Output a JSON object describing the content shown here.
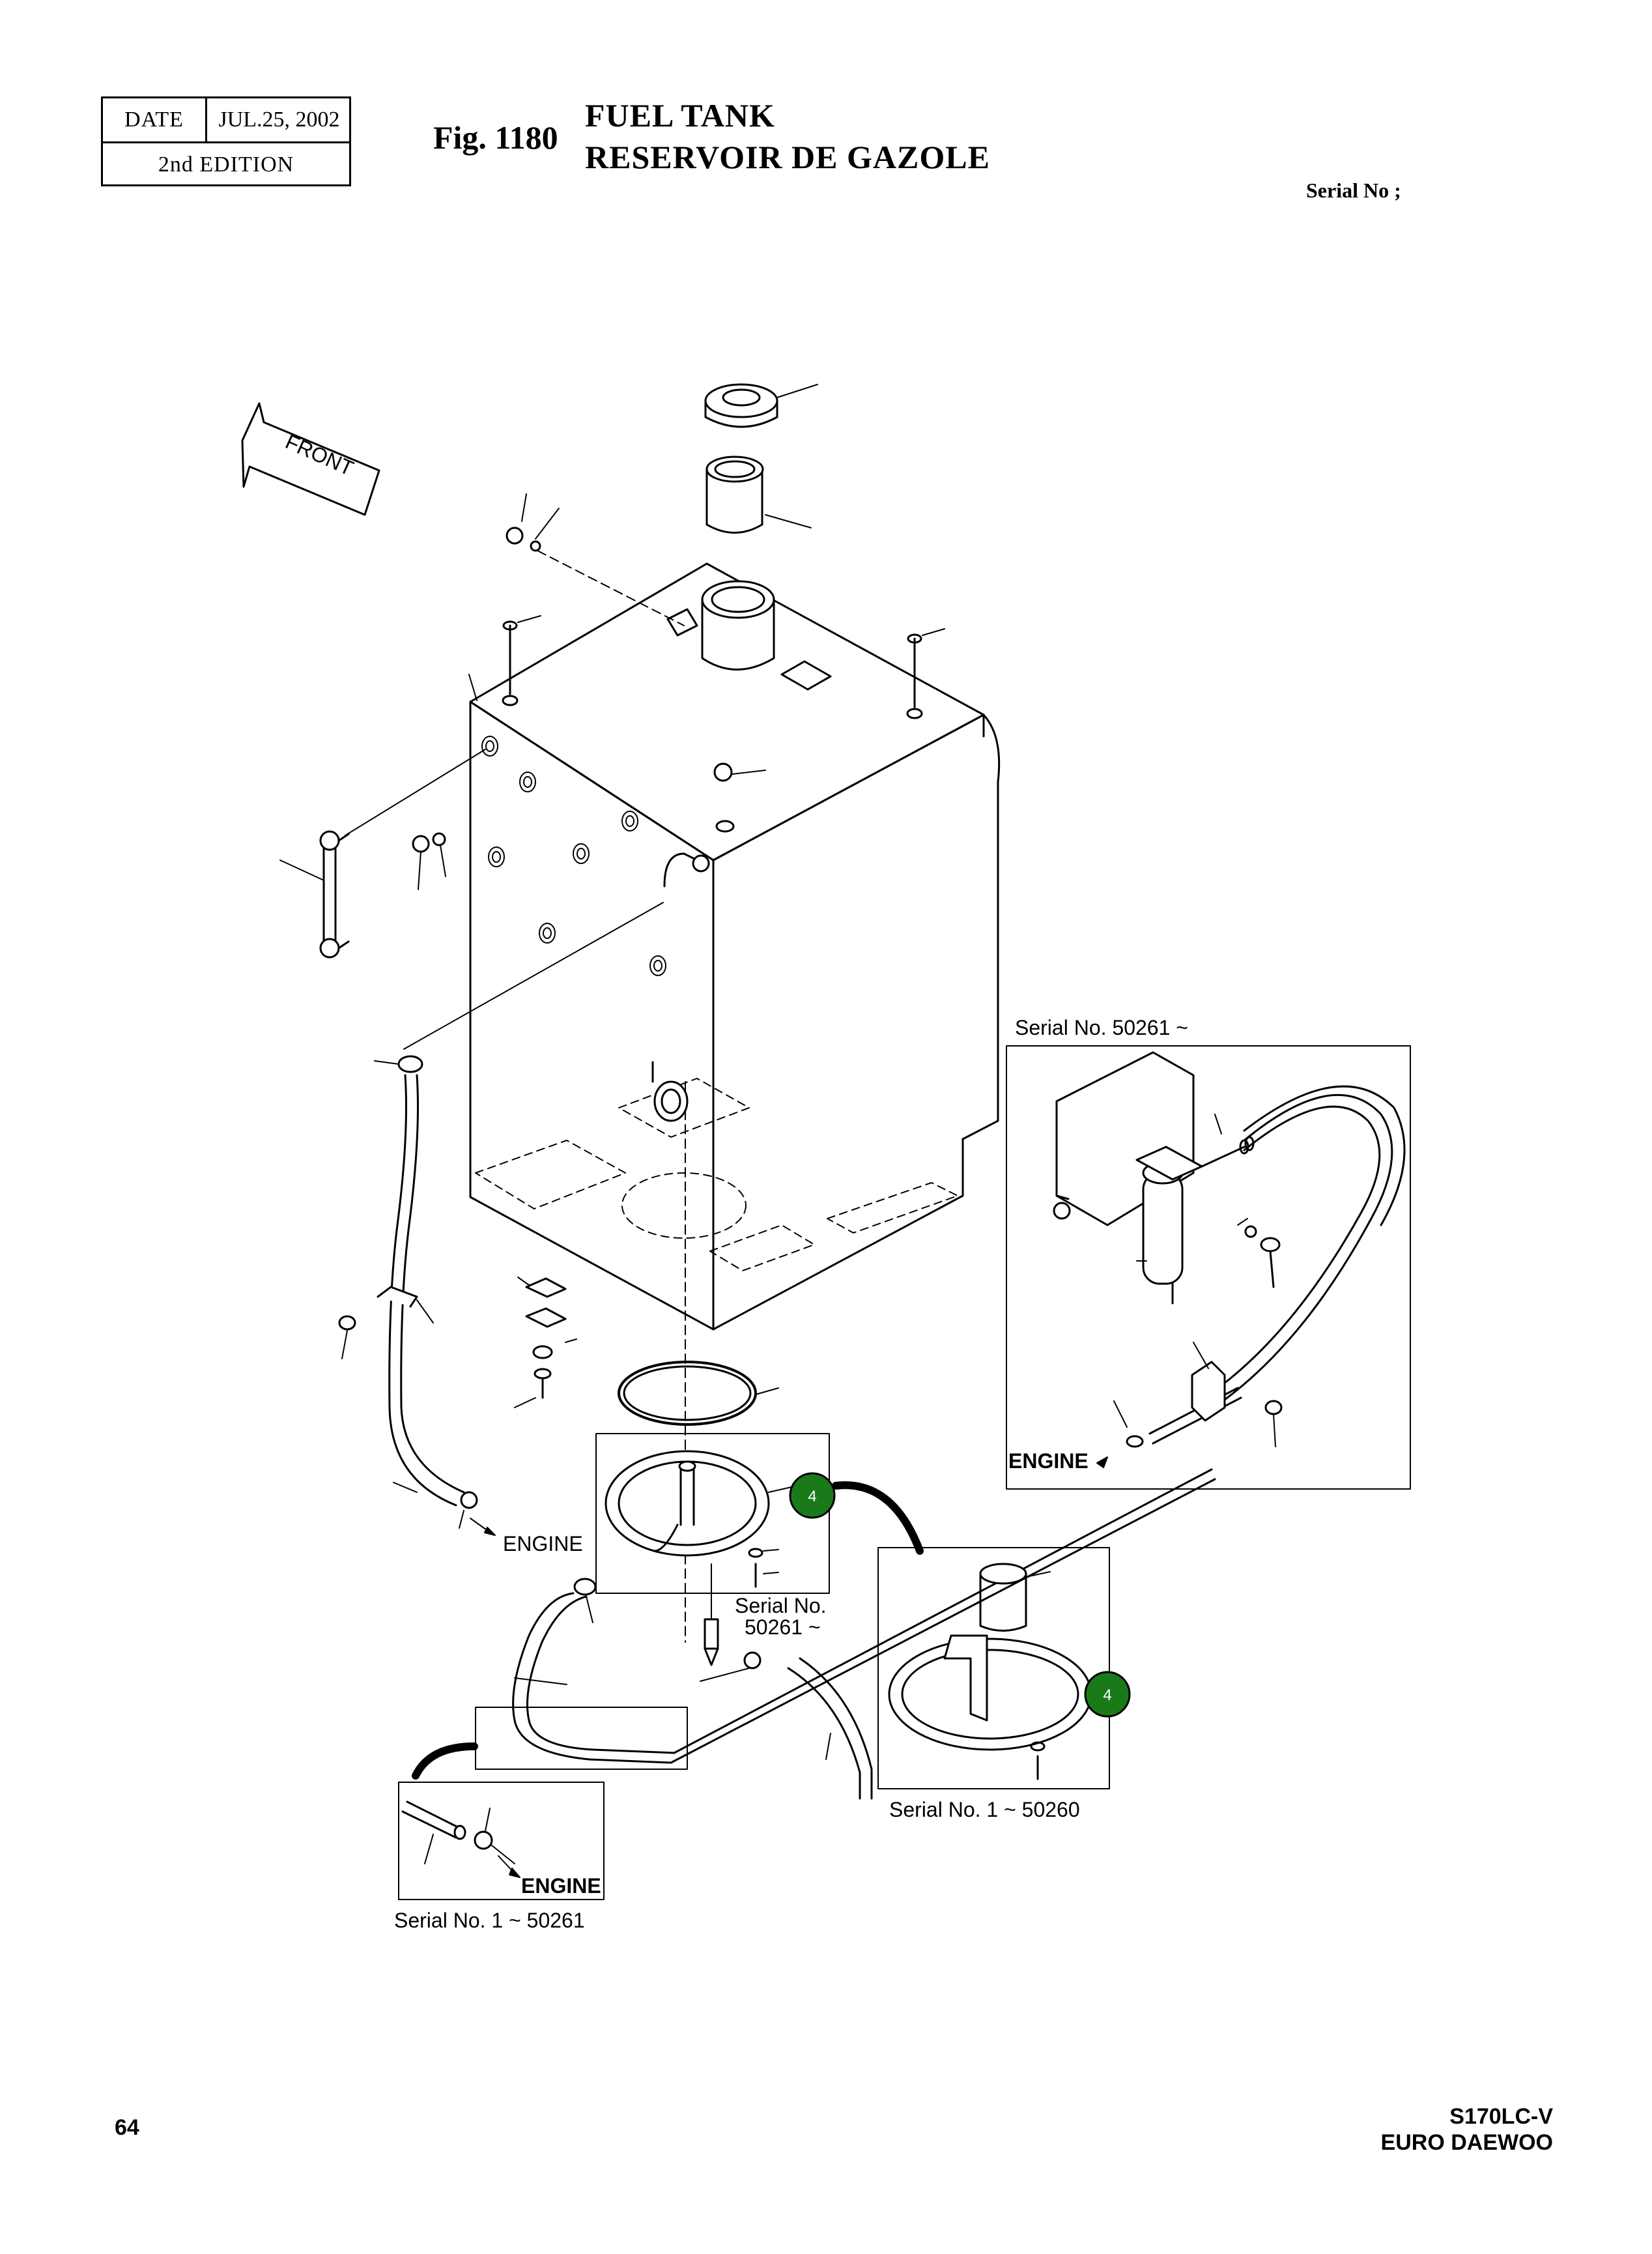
{
  "header": {
    "date_label": "DATE",
    "date_value": "JUL.25, 2002",
    "edition": "2nd  EDITION",
    "fig_no": "Fig. 1180",
    "title_en": "FUEL TANK",
    "title_fr": "RESERVOIR DE GAZOLE",
    "serial_head": "Serial No ;"
  },
  "diagram": {
    "front_label": "FRONT",
    "engine_labels": [
      "ENGINE",
      "ENGINE",
      "ENGINE"
    ],
    "serial_labels": [
      "Serial No. 50261 ~",
      "Serial No.",
      "50261 ~",
      "Serial No. 1 ~ 50260",
      "Serial No. 1 ~ 50261"
    ],
    "ref_callouts": [
      "4",
      "4"
    ],
    "ref_color": "#1a7a1a"
  },
  "footer": {
    "page": "64",
    "model": "S170LC-V",
    "maker": "EURO DAEWOO"
  }
}
